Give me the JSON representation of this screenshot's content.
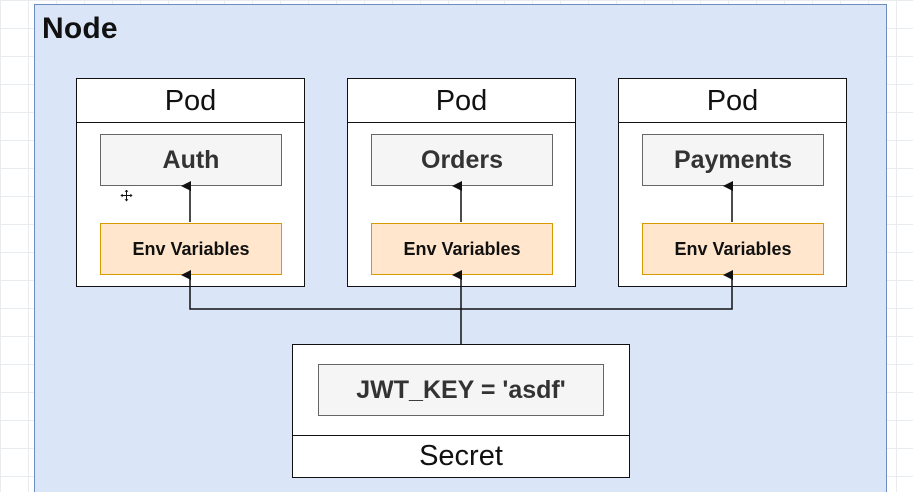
{
  "node": {
    "title": "Node"
  },
  "pods": [
    {
      "header": "Pod",
      "service": "Auth",
      "env": "Env Variables"
    },
    {
      "header": "Pod",
      "service": "Orders",
      "env": "Env Variables"
    },
    {
      "header": "Pod",
      "service": "Payments",
      "env": "Env Variables"
    }
  ],
  "secret": {
    "key": "JWT_KEY = 'asdf'",
    "label": "Secret"
  },
  "colors": {
    "node_fill": "#dae6f8",
    "node_border": "#6c8ebf",
    "env_fill": "#ffe6cc",
    "env_border": "#d79b00",
    "service_fill": "#f5f5f5",
    "service_border": "#666666"
  },
  "icons": {
    "cursor": "move-cursor-icon"
  }
}
